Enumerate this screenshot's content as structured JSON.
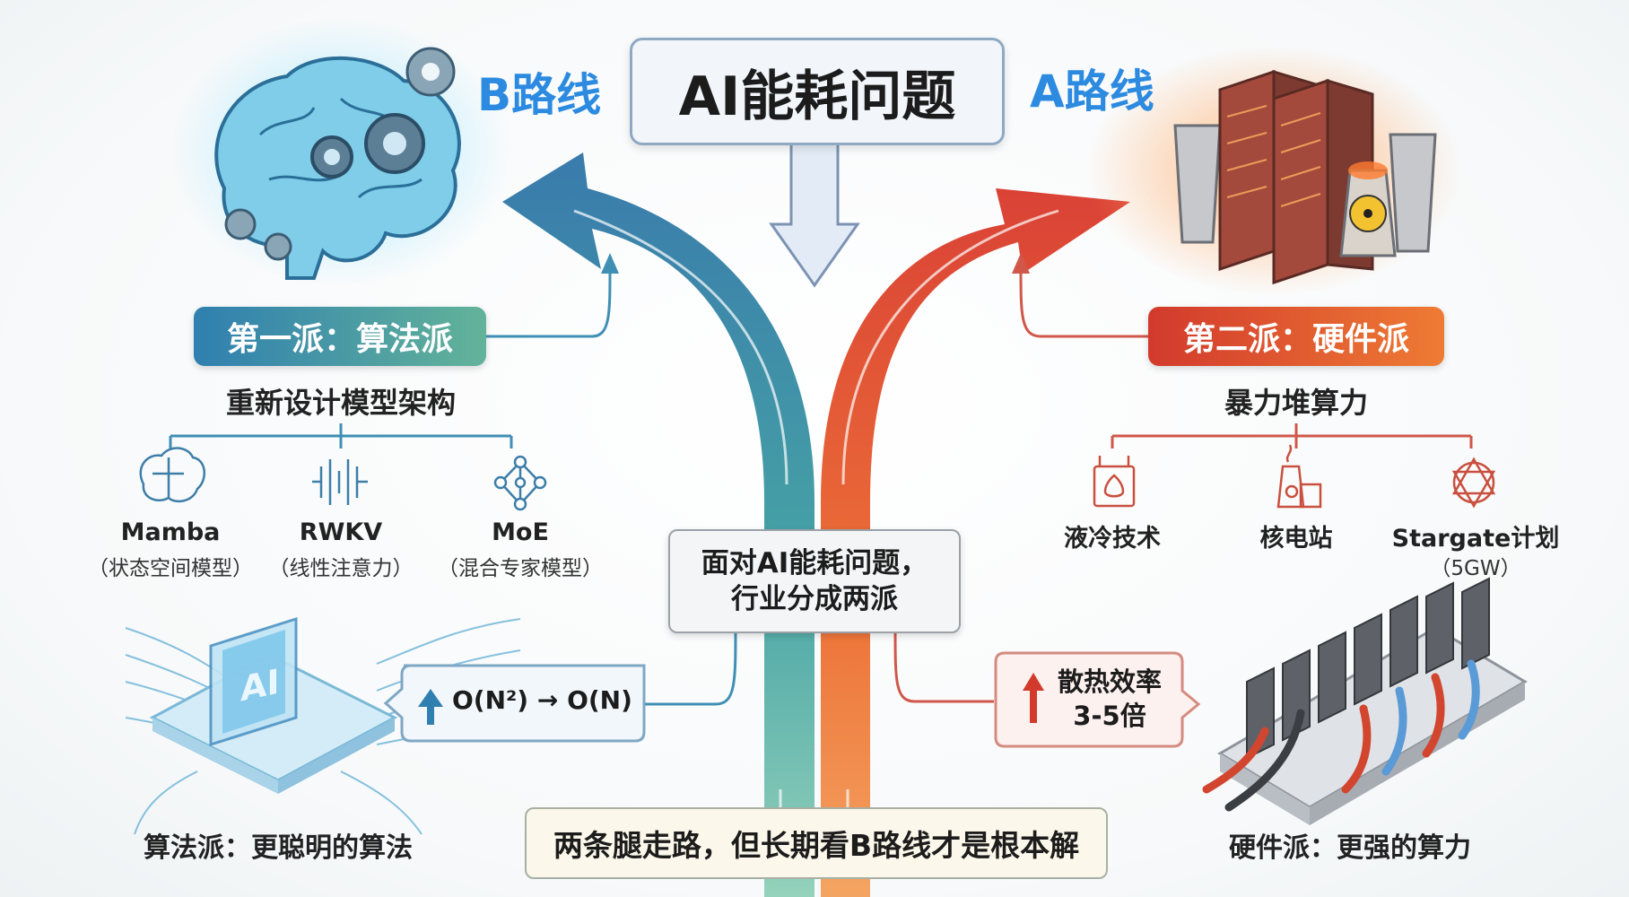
{
  "title": "AI能耗问题",
  "route_b": "B路线",
  "route_a": "A路线",
  "left": {
    "pill": "第一派：算法派",
    "subtitle": "重新设计模型架构",
    "items": [
      {
        "name": "Mamba",
        "note": "（状态空间模型）",
        "icon": "brain-icon"
      },
      {
        "name": "RWKV",
        "note": "（线性注意力）",
        "icon": "linear-attention-icon"
      },
      {
        "name": "MoE",
        "note": "（混合专家模型）",
        "icon": "network-icon"
      }
    ],
    "complexity_from": "O(N²)",
    "complexity_arrow": "→",
    "complexity_to": "O(N)",
    "chip_label": "AI",
    "caption": "算法派：更聪明的算法",
    "colors": {
      "start": "#2f7fb0",
      "end": "#63b39a"
    }
  },
  "right": {
    "pill": "第二派：硬件派",
    "subtitle": "暴力堆算力",
    "items": [
      {
        "name": "液冷技术",
        "note": "",
        "icon": "liquid-cooling-icon"
      },
      {
        "name": "核电站",
        "note": "",
        "icon": "nuclear-plant-icon"
      },
      {
        "name": "Stargate计划",
        "note": "（5GW）",
        "icon": "stargate-icon"
      }
    ],
    "cooling_line1": "散热效率",
    "cooling_line2": "3-5倍",
    "caption": "硬件派：更强的算力",
    "colors": {
      "start": "#d23a2c",
      "end": "#ee7b34"
    }
  },
  "center": {
    "line1": "面对AI能耗问题，",
    "line2": "行业分成两派"
  },
  "bottom": "两条腿走路，但长期看B路线才是根本解"
}
